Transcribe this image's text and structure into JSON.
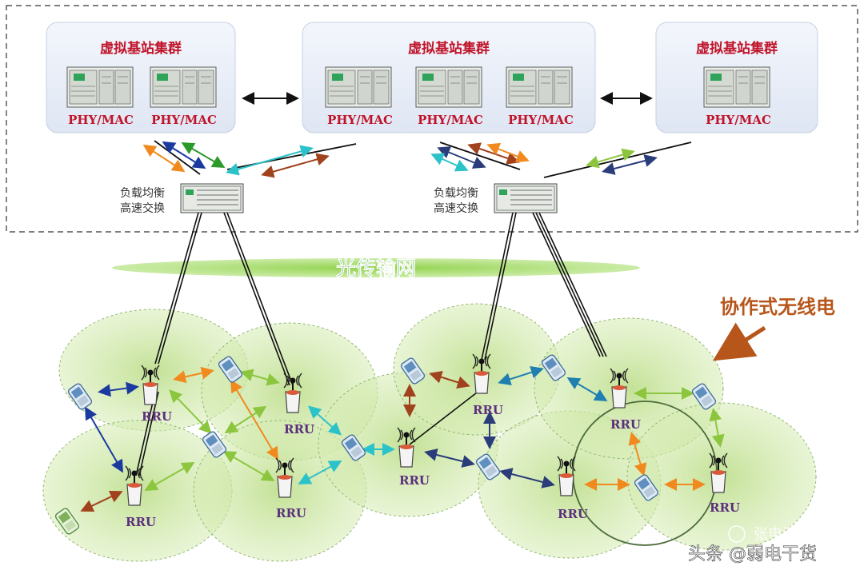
{
  "clusters": [
    {
      "title": "虚拟基站集群",
      "phy": [
        "PHY/MAC",
        "PHY/MAC"
      ]
    },
    {
      "title": "虚拟基站集群",
      "phy": [
        "PHY/MAC",
        "PHY/MAC",
        "PHY/MAC"
      ]
    },
    {
      "title": "虚拟基站集群",
      "phy": [
        "PHY/MAC"
      ]
    }
  ],
  "switches": [
    {
      "line1": "负载均衡",
      "line2": "高速交换"
    },
    {
      "line1": "负载均衡",
      "line2": "高速交换"
    }
  ],
  "optical_network": "光传输网",
  "cooperative_radio": "协作式无线电",
  "rru_label": "RRU",
  "watermark": {
    "faint": "张电课堂",
    "main": "头条 @弱电干货"
  },
  "colors": {
    "cluster_title": "#c0142a",
    "rru_label": "#5b2f7d",
    "optical_text": "#1e8b2e",
    "coop_text": "#b7561b",
    "cell_fill": "#cfe8a4"
  }
}
